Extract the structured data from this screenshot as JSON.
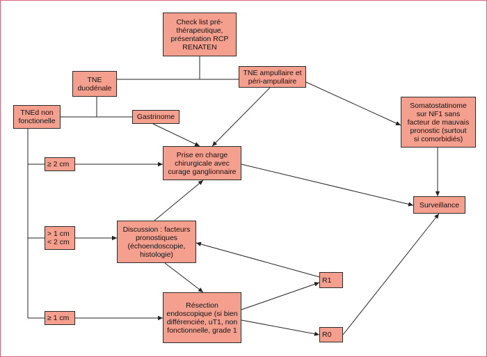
{
  "colors": {
    "node_fill": "#f5a08e",
    "node_border": "#2a2a2a",
    "frame": "#e0607a",
    "edge": "#222222"
  },
  "nodes": {
    "checklist": "Check list pré-\nthérapeutique,\nprésentation RCP\nRENATEN",
    "tne_duodenale": "TNE\nduodénale",
    "tne_ampullaire": "TNE ampullaire et\npéri-ampullaire",
    "tned_non_fonctionnelle": "TNEd non\nfonctionelle",
    "gastrinome": "Gastrinome",
    "somatostatinome": "Somatostatinome\nsur NF1 sans\nfacteur de mauvais\npronostic (surtout\nsi comorbidiés)",
    "size_ge2": "≥ 2 cm",
    "prise_en_charge": "Prise en charge\nchirurgicale avec\ncurage ganglionnaire",
    "surveillance": "Surveillance",
    "size_1_2": "> 1 cm\n< 2 cm",
    "discussion": "Discussion : facteurs\npronostiques\n(échoendoscopie,\nhistologie)",
    "r1": "R1",
    "size_ge1": "≥ 1 cm",
    "resection": "Résection\nendoscopique (si bien\ndifférenciée, uT1, non\nfonctionnelle, grade 1",
    "r0": "R0"
  }
}
